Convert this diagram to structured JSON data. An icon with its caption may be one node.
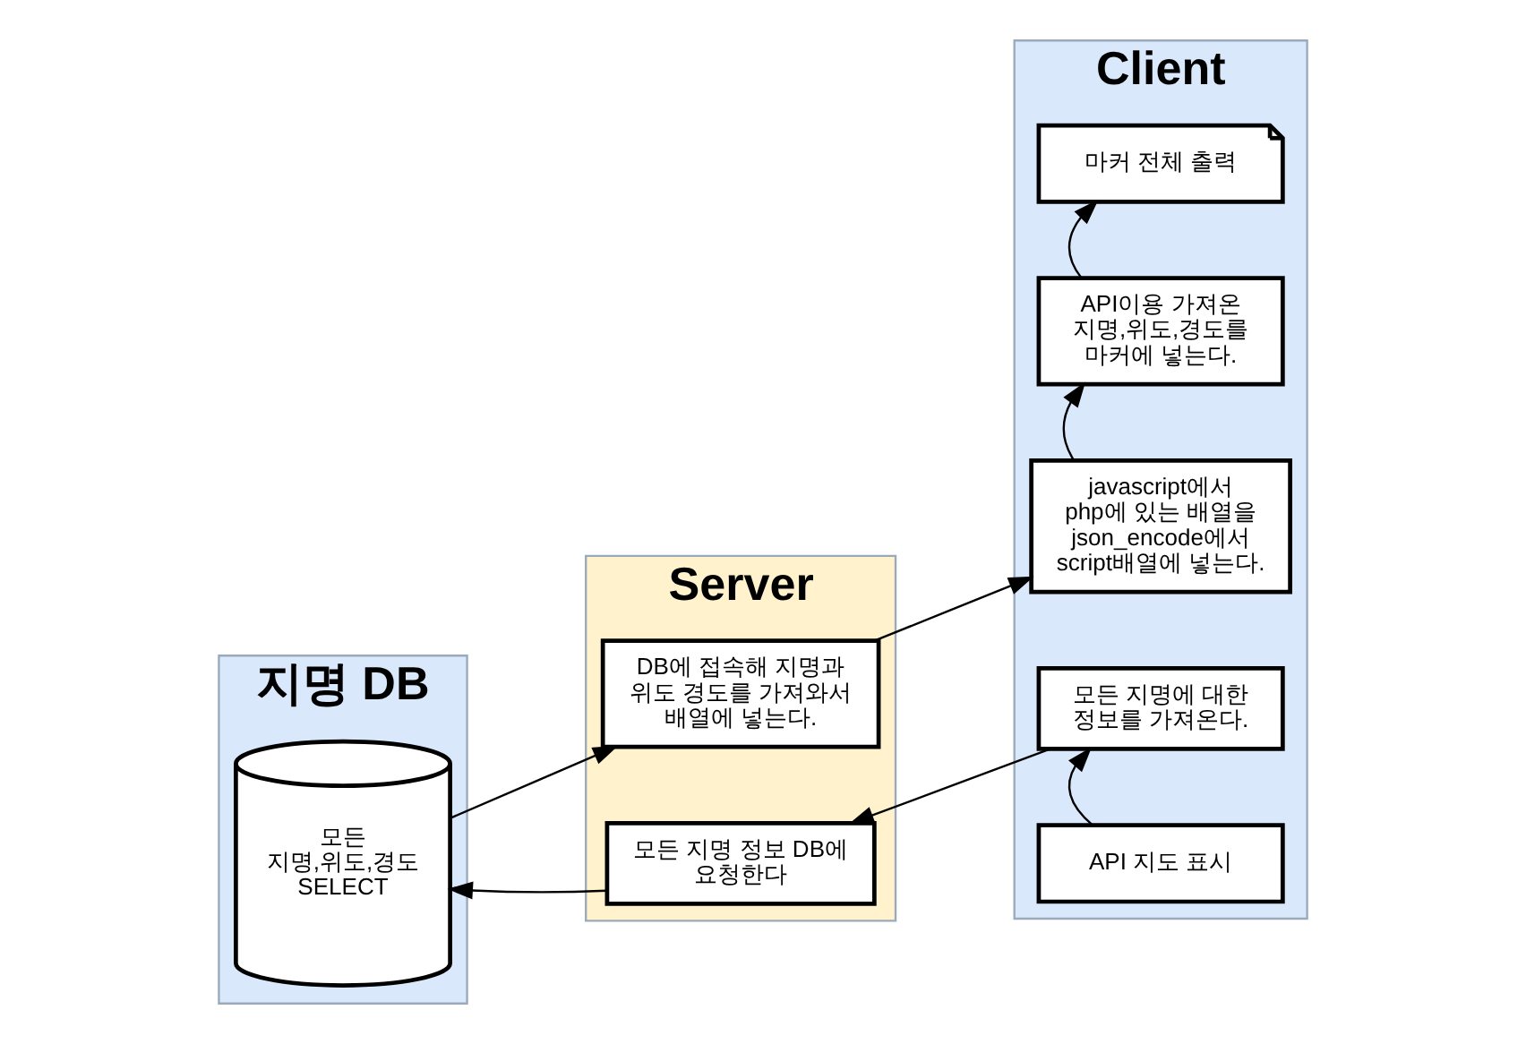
{
  "diagram": {
    "nodes": [
      {
        "text": [
          "지명 DB"
        ]
      },
      {
        "text": [
          "Server"
        ]
      },
      {
        "text": [
          "Client"
        ]
      },
      {
        "text": [
          "모든 지명,위도,경도 SELECT"
        ],
        "in": 0
      },
      {
        "text": [
          "모든 지명 정보 DB에 요청한다"
        ],
        "in": 1
      },
      {
        "text": [
          "DB에 접속해 지명과 위도 경도를 가져와서 배열에 넣는다."
        ],
        "in": 1
      },
      {
        "text": [
          "API 지도 표시"
        ],
        "in": 2
      },
      {
        "text": [
          "모든 지명에 대한 정보를 가져온다."
        ],
        "in": 2
      },
      {
        "text": [
          "javascript에서 php에 있는 배열을 json_encode에서 script배열에 넣는다."
        ],
        "in": 2
      },
      {
        "text": [
          "API이용 가져온 지명,위도,경도를 마커에 넣는다."
        ],
        "in": 2
      },
      {
        "text": [
          "마커 전체 출력"
        ],
        "in": 2
      }
    ],
    "edges": [
      {
        "from": 6,
        "to": 7,
        "arrow": "to"
      },
      {
        "from": 7,
        "to": 4,
        "arrow": "to"
      },
      {
        "from": 4,
        "to": 3,
        "arrow": "to"
      },
      {
        "from": 3,
        "to": 5,
        "arrow": "to"
      },
      {
        "from": 5,
        "to": 8,
        "arrow": "to"
      },
      {
        "from": 8,
        "to": 9,
        "arrow": "to"
      },
      {
        "from": 9,
        "to": 10,
        "arrow": "to"
      }
    ]
  }
}
